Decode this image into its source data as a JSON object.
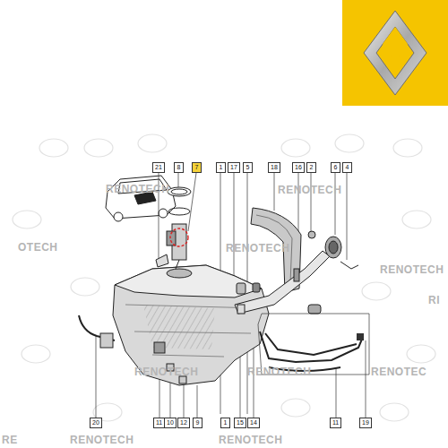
{
  "diagram": {
    "nodes": [
      {
        "text": [
          "21"
        ]
      },
      {
        "text": [
          "8"
        ]
      },
      {
        "text": [
          "7"
        ]
      },
      {
        "text": [
          "1"
        ]
      },
      {
        "text": [
          "17"
        ]
      },
      {
        "text": [
          "5"
        ]
      },
      {
        "text": [
          "18"
        ]
      },
      {
        "text": [
          "16"
        ]
      },
      {
        "text": [
          "2"
        ]
      },
      {
        "text": [
          "6"
        ]
      },
      {
        "text": [
          "4"
        ]
      },
      {
        "text": [
          "20"
        ]
      },
      {
        "text": [
          "11"
        ]
      },
      {
        "text": [
          "10"
        ]
      },
      {
        "text": [
          "12"
        ]
      },
      {
        "text": [
          "9"
        ]
      },
      {
        "text": [
          "1"
        ]
      },
      {
        "text": [
          "15"
        ]
      },
      {
        "text": [
          "14"
        ]
      },
      {
        "text": [
          "11"
        ]
      },
      {
        "text": [
          "19"
        ]
      }
    ],
    "labels": [
      "RENOTECH",
      "OTECH",
      "RENOTECH",
      "RENOTECH",
      "RENOTECH",
      "RI",
      "RENOTECH",
      "RENOTECH",
      "RENOTEC",
      "RE",
      "RENOTECH",
      "RENOTECH"
    ]
  }
}
